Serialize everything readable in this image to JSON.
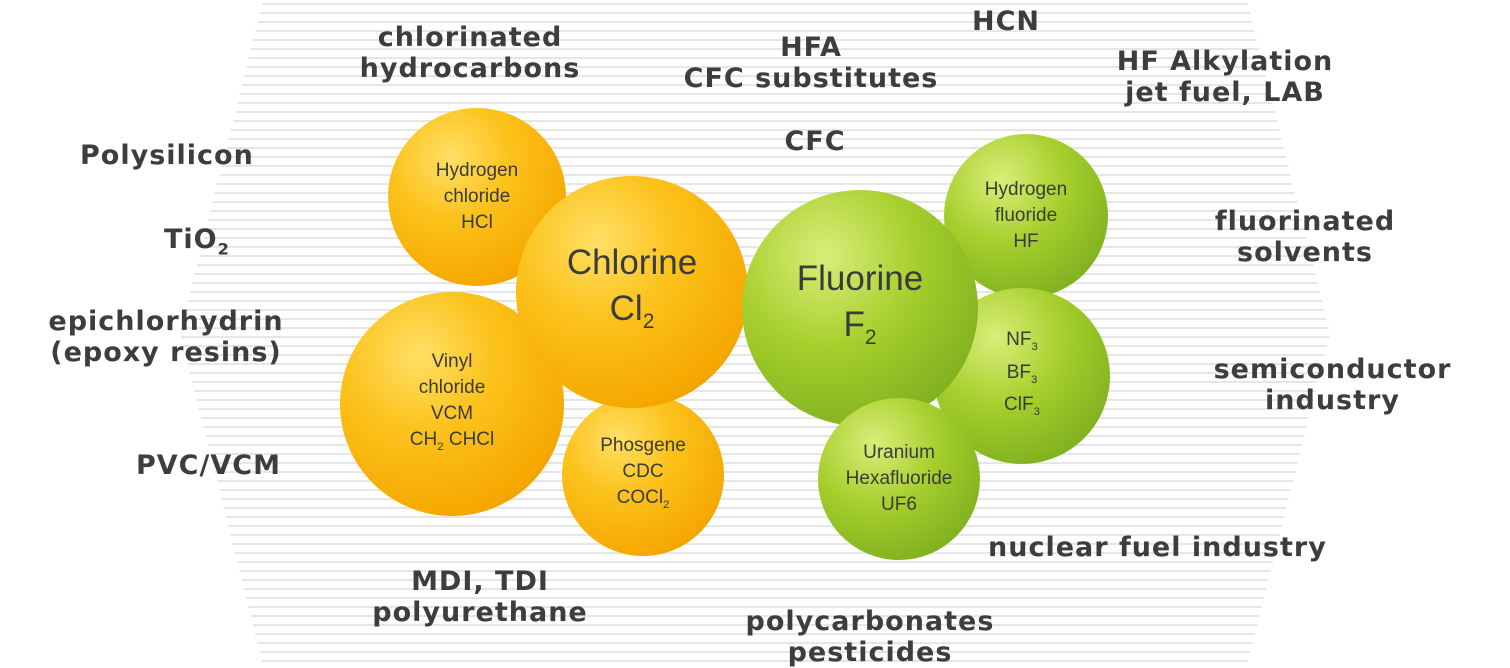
{
  "applications": {
    "chlorinated_hydrocarbons": [
      "chlorinated",
      "hydrocarbons"
    ],
    "hfa": [
      "HFA",
      "CFC substitutes"
    ],
    "hcn": "HCN",
    "hf_alkylation": [
      "HF Alkylation",
      "jet fuel, LAB"
    ],
    "polysilicon": "Polysilicon",
    "cfc": "CFC",
    "tio2": "TiO",
    "tio2_sub": "2",
    "fluorinated_solvents": [
      "fluorinated",
      "solvents"
    ],
    "epichlorhydrin": [
      "epichlorhydrin",
      "(epoxy resins)"
    ],
    "semiconductor": [
      "semiconductor",
      "industry"
    ],
    "pvc": "PVC/VCM",
    "nuclear": "nuclear fuel industry",
    "mdi": [
      "MDI, TDI",
      "polyurethane"
    ],
    "polycarbonates": [
      "polycarbonates",
      "pesticides"
    ]
  },
  "spheres": {
    "hydrogen_chloride": [
      "Hydrogen",
      "chloride",
      "HCl"
    ],
    "chlorine": {
      "name": "Chlorine",
      "symbol": "Cl",
      "sub": "2"
    },
    "vinyl_chloride": {
      "lines": [
        "Vinyl",
        "chloride",
        "VCM"
      ],
      "formula_a": "CH",
      "formula_sub": "2",
      "formula_b": " CHCl"
    },
    "phosgene": {
      "lines": [
        "Phosgene",
        "CDC"
      ],
      "formula": "COCl",
      "formula_sub": "2"
    },
    "fluorine": {
      "name": "Fluorine",
      "symbol": "F",
      "sub": "2"
    },
    "hydrogen_fluoride": [
      "Hydrogen",
      "fluoride",
      "HF"
    ],
    "nf_group": [
      {
        "base": "NF",
        "sub": "3"
      },
      {
        "base": "BF",
        "sub": "3"
      },
      {
        "base": "ClF",
        "sub": "3"
      }
    ],
    "uranium": [
      "Uranium",
      "Hexafluoride",
      "UF6"
    ]
  },
  "colors": {
    "chlorine_family": "#f5a800",
    "fluorine_family": "#7fb01f",
    "label_text": "#3d3d3f"
  }
}
